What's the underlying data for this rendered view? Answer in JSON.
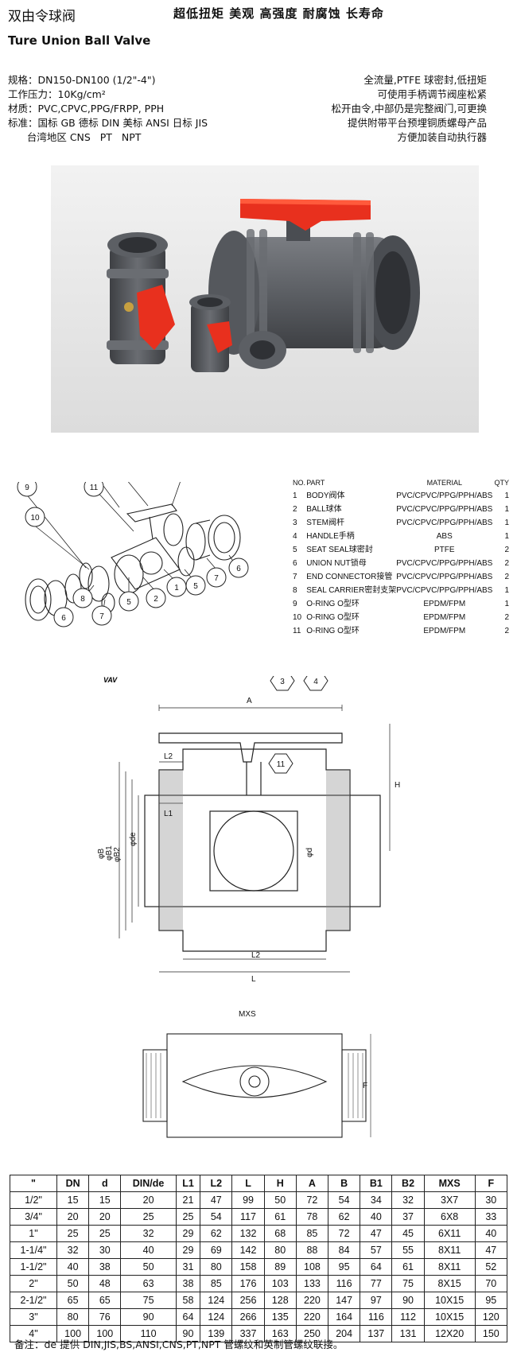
{
  "header": {
    "title_cn": "双由令球阀",
    "slogan": "超低扭矩  美观  高强度  耐腐蚀  长寿命",
    "title_en": "Ture Union Ball Valve"
  },
  "specs": [
    "规格：DN150-DN100 (1/2\"-4\")",
    "工作压力：10Kg/cm²",
    "材质：PVC,CPVC,PPG/FRPP, PPH",
    "标准：国标 GB  德标 DIN 美标 ANSI  日标 JIS",
    "      台湾地区 CNS   PT   NPT"
  ],
  "features": [
    "全流量,PTFE 球密封,低扭矩",
    "可使用手柄调节阀座松紧",
    "松开由令,中部仍是完整阀门,可更换",
    "提供附带平台预埋铜质螺母产品",
    "方便加装自动执行器"
  ],
  "parts_table": {
    "headers": {
      "no": "NO.",
      "part": "PART",
      "material": "MATERIAL",
      "qty": "QTY"
    },
    "rows": [
      {
        "no": "1",
        "part": "BODY阀体",
        "material": "PVC/CPVC/PPG/PPH/ABS",
        "qty": "1"
      },
      {
        "no": "2",
        "part": "BALL球体",
        "material": "PVC/CPVC/PPG/PPH/ABS",
        "qty": "1"
      },
      {
        "no": "3",
        "part": "STEM阀杆",
        "material": "PVC/CPVC/PPG/PPH/ABS",
        "qty": "1"
      },
      {
        "no": "4",
        "part": "HANDLE手柄",
        "material": "ABS",
        "qty": "1"
      },
      {
        "no": "5",
        "part": "SEAT SEAL球密封",
        "material": "PTFE",
        "qty": "2"
      },
      {
        "no": "6",
        "part": "UNION NUT锁母",
        "material": "PVC/CPVC/PPG/PPH/ABS",
        "qty": "2"
      },
      {
        "no": "7",
        "part": "END CONNECTOR接管",
        "material": "PVC/CPVC/PPG/PPH/ABS",
        "qty": "2"
      },
      {
        "no": "8",
        "part": "SEAL CARRIER密封支架",
        "material": "PVC/CPVC/PPG/PPH/ABS",
        "qty": "1"
      },
      {
        "no": "9",
        "part": "O-RING O型环",
        "material": "EPDM/FPM",
        "qty": "1"
      },
      {
        "no": "10",
        "part": "O-RING O型环",
        "material": "EPDM/FPM",
        "qty": "2"
      },
      {
        "no": "11",
        "part": "O-RING O型环",
        "material": "EPDM/FPM",
        "qty": "2"
      }
    ]
  },
  "drawing": {
    "brand": "VAV",
    "dim_labels": [
      "A",
      "H",
      "L",
      "L1",
      "L2",
      "φB",
      "φB1",
      "φB2",
      "φde",
      "φd",
      "MXS",
      "F"
    ],
    "section_callouts": [
      "3",
      "4",
      "11",
      "10",
      "8",
      "9",
      "1",
      "2",
      "5",
      "6",
      "7"
    ],
    "exploded_callouts": [
      "3",
      "4",
      "10",
      "9",
      "11",
      "10",
      "8",
      "7",
      "5",
      "2",
      "1",
      "5",
      "7",
      "6",
      "6"
    ]
  },
  "dims_table": {
    "headers": [
      "\"",
      "DN",
      "d",
      "DIN/de",
      "L1",
      "L2",
      "L",
      "H",
      "A",
      "B",
      "B1",
      "B2",
      "MXS",
      "F"
    ],
    "rows": [
      [
        "1/2\"",
        "15",
        "15",
        "20",
        "21",
        "47",
        "99",
        "50",
        "72",
        "54",
        "34",
        "32",
        "3X7",
        "30"
      ],
      [
        "3/4\"",
        "20",
        "20",
        "25",
        "25",
        "54",
        "117",
        "61",
        "78",
        "62",
        "40",
        "37",
        "6X8",
        "33"
      ],
      [
        "1\"",
        "25",
        "25",
        "32",
        "29",
        "62",
        "132",
        "68",
        "85",
        "72",
        "47",
        "45",
        "6X11",
        "40"
      ],
      [
        "1-1/4\"",
        "32",
        "30",
        "40",
        "29",
        "69",
        "142",
        "80",
        "88",
        "84",
        "57",
        "55",
        "8X11",
        "47"
      ],
      [
        "1-1/2\"",
        "40",
        "38",
        "50",
        "31",
        "80",
        "158",
        "89",
        "108",
        "95",
        "64",
        "61",
        "8X11",
        "52"
      ],
      [
        "2\"",
        "50",
        "48",
        "63",
        "38",
        "85",
        "176",
        "103",
        "133",
        "116",
        "77",
        "75",
        "8X15",
        "70"
      ],
      [
        "2-1/2\"",
        "65",
        "65",
        "75",
        "58",
        "124",
        "256",
        "128",
        "220",
        "147",
        "97",
        "90",
        "10X15",
        "95"
      ],
      [
        "3\"",
        "80",
        "76",
        "90",
        "64",
        "124",
        "266",
        "135",
        "220",
        "164",
        "116",
        "112",
        "10X15",
        "120"
      ],
      [
        "4\"",
        "100",
        "100",
        "110",
        "90",
        "139",
        "337",
        "163",
        "250",
        "204",
        "137",
        "131",
        "12X20",
        "150"
      ]
    ]
  },
  "footnote": "备注：de 提供 DIN,JIS,BS,ANSI,CNS,PT,NPT 管螺纹和英制管螺纹联接。",
  "colors": {
    "pvc_grey": "#5c5f64",
    "handle_red": "#e8301e",
    "photo_bg": "#e9e9e9"
  }
}
